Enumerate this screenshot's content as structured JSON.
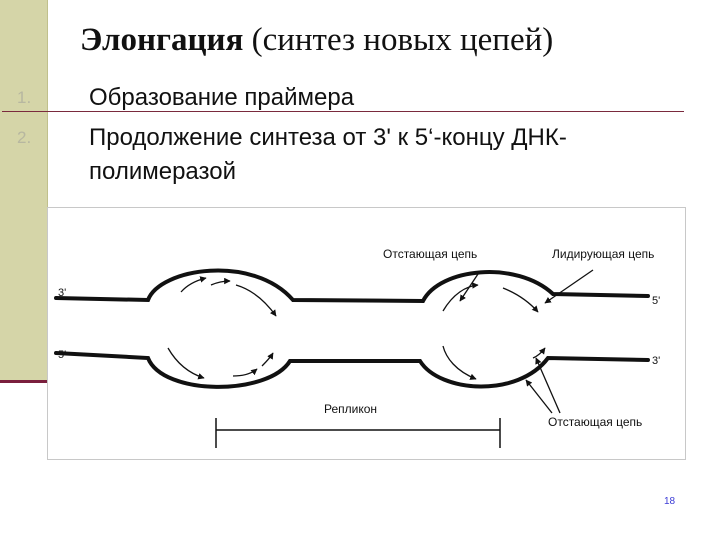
{
  "slide": {
    "title_bold": "Элонгация",
    "title_rest": " (синтез новых цепей)",
    "items": [
      {
        "num": "1.",
        "text": "Образование праймера"
      },
      {
        "num": "2.",
        "text": "Продолжение синтеза от 3' к 5‘-концу ДНК-"
      },
      {
        "num": "",
        "text": "полимеразой"
      }
    ],
    "page_number": "18"
  },
  "diagram": {
    "labels": {
      "lagging_top": "Отстающая цепь",
      "leading": "Лидирующая цепь",
      "lagging_bottom": "Отстающая цепь",
      "replicon": "Репликон",
      "end_3_left": "3'",
      "end_5_left": "5'",
      "end_5_right": "5'",
      "end_3_right": "3'"
    }
  }
}
